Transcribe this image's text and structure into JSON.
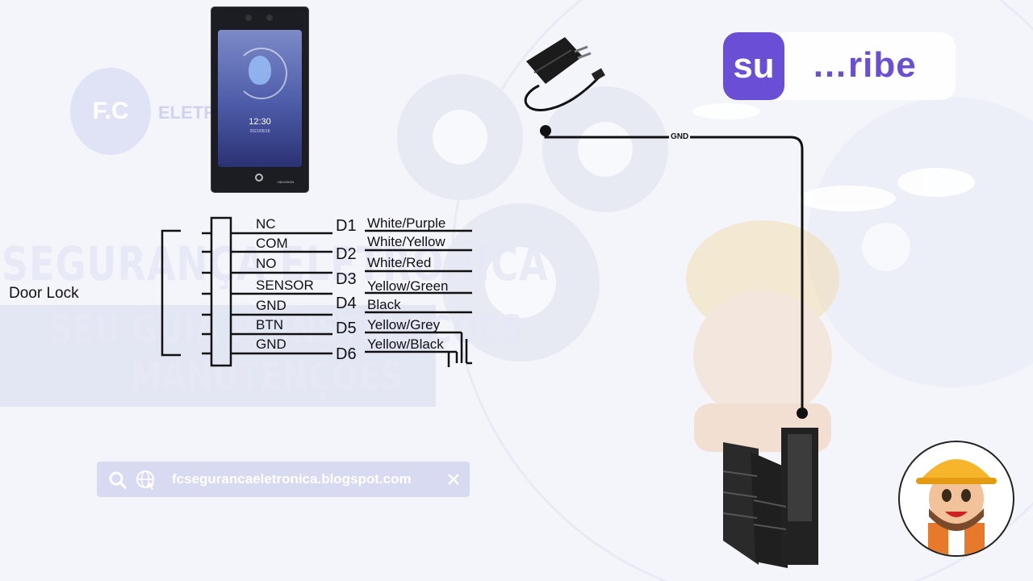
{
  "watermark": {
    "logo_letters": "F.C",
    "logo_word": "ELETR",
    "line1": "SEGURANÇA ELETRÔNICA",
    "line2": "SEU GUIA P/ INSTALAÇÕES",
    "line3": "MANUTENÇÕES"
  },
  "device": {
    "time": "12:30",
    "date": "2021/05/18",
    "brand": "HIKVISION"
  },
  "diagram": {
    "door_lock_label": "Door Lock",
    "terminals": [
      "NC",
      "COM",
      "NO",
      "SENSOR",
      "GND",
      "BTN",
      "GND"
    ],
    "connectors": [
      "D1",
      "D2",
      "D3",
      "D4",
      "D5",
      "D6"
    ],
    "wires": [
      "White/Purple",
      "White/Yellow",
      "White/Red",
      "Yellow/Green",
      "Black",
      "Yellow/Grey",
      "Yellow/Black"
    ],
    "gnd_label": "GND"
  },
  "subscribe": {
    "mark": "su",
    "text": "…ribe",
    "color": "#6a4fd6"
  },
  "searchbar": {
    "url": "fcsegurancaeletronica.blogspot.com",
    "icons": [
      "search-icon",
      "globe-icon",
      "close-icon"
    ]
  },
  "colors": {
    "wire": "#111111",
    "background": "#f4f5fb",
    "accent": "#6a4fd6"
  }
}
